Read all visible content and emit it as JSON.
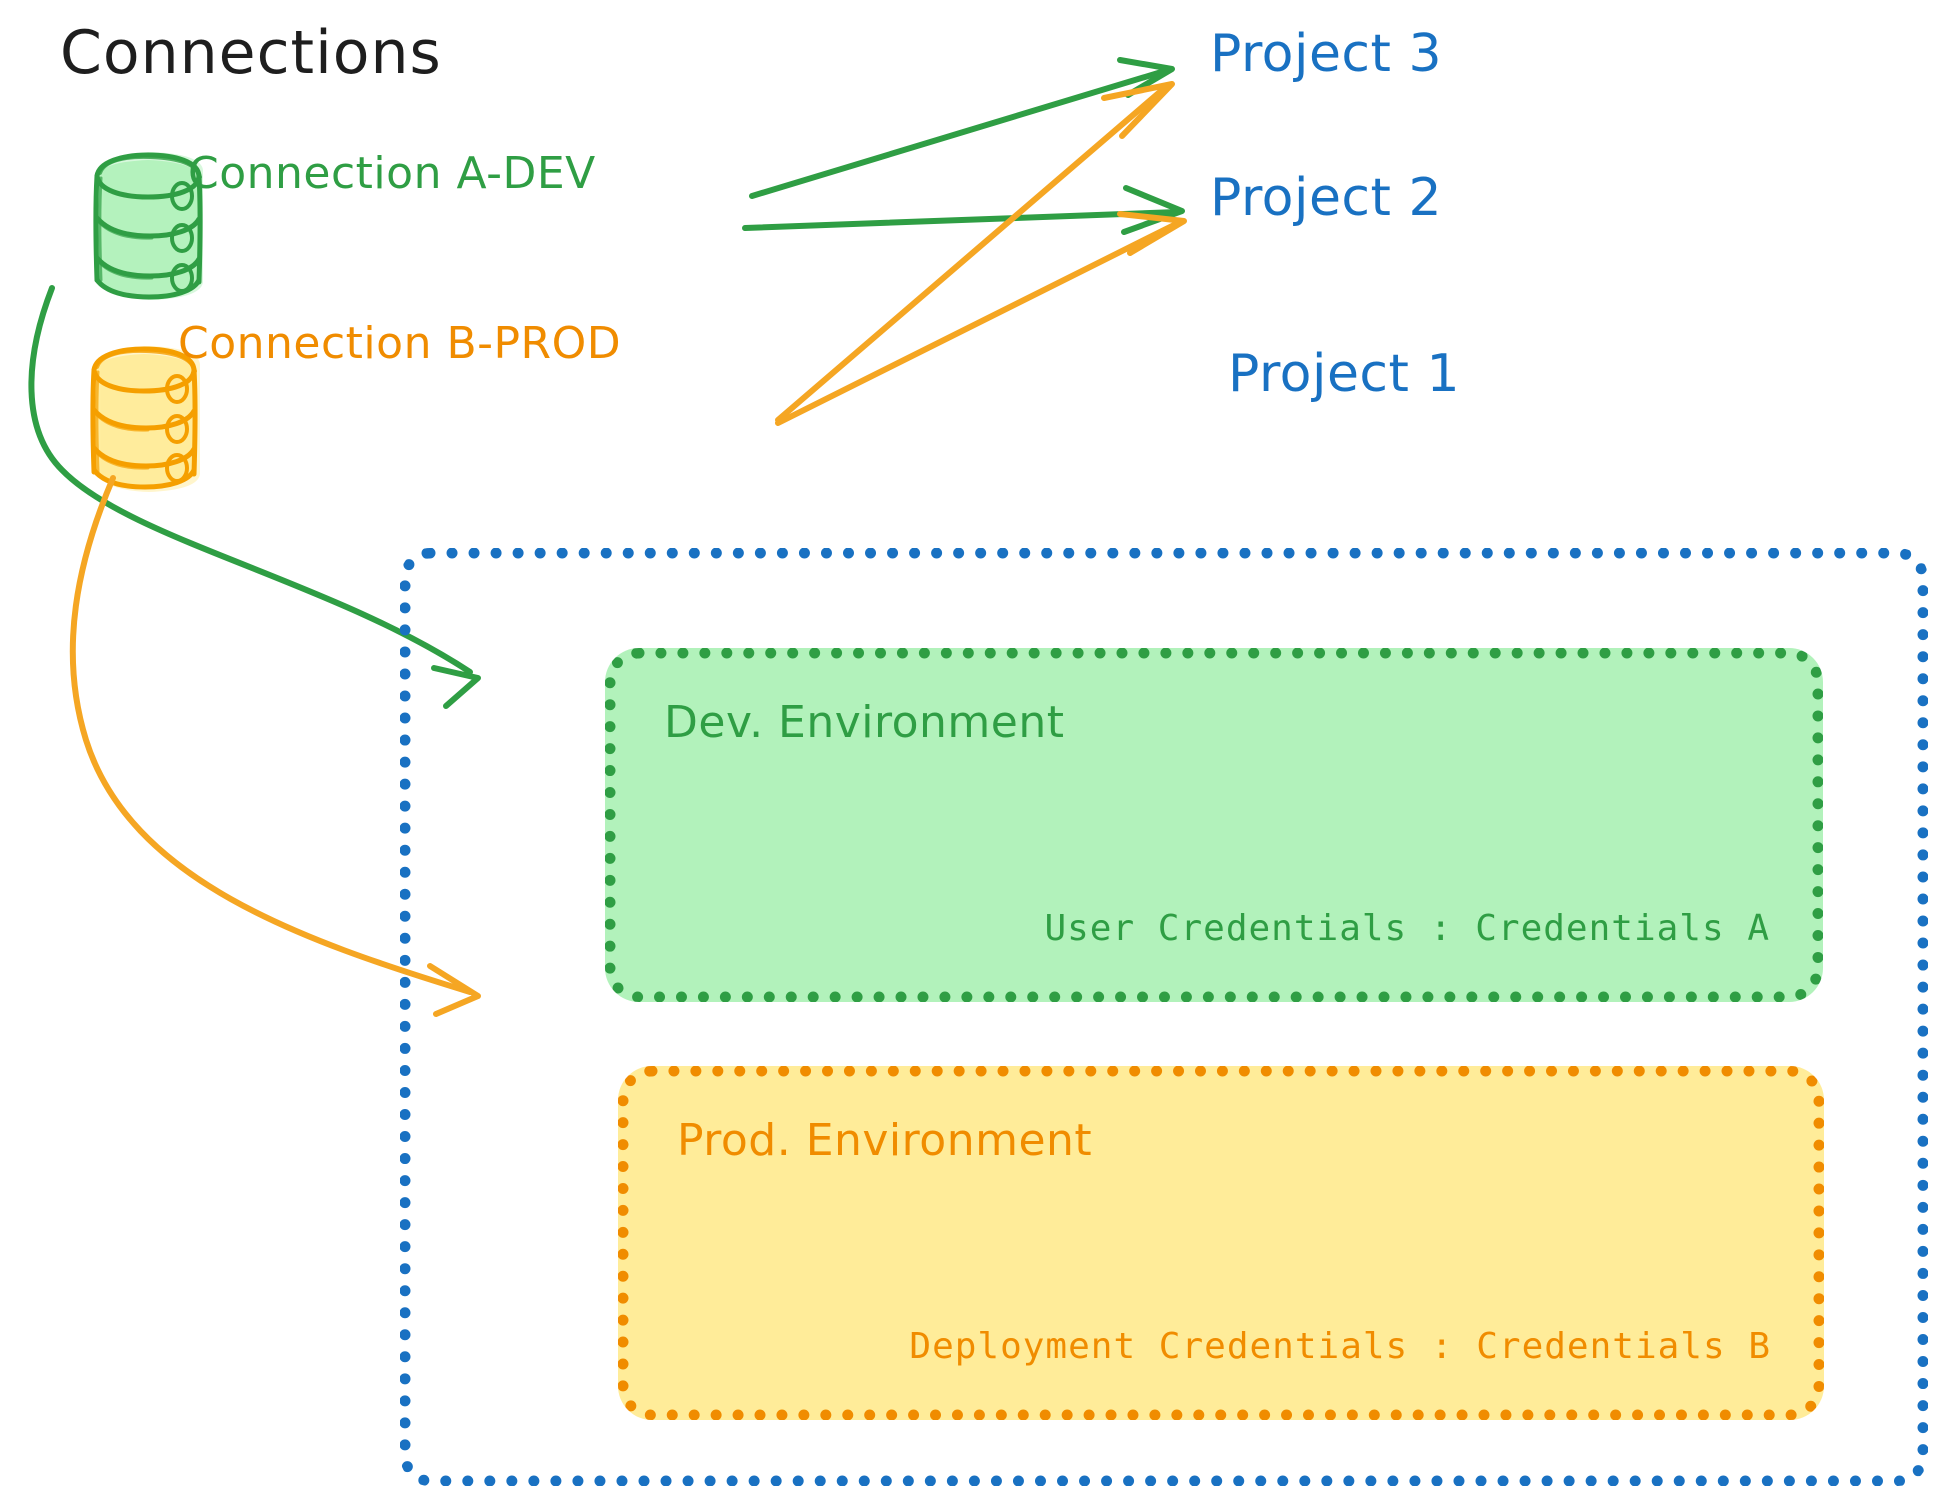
{
  "title": "Connections",
  "connections": [
    {
      "id": "a-dev",
      "label": "Connection A-DEV",
      "color": "#2f9e44",
      "icon": "database-cylinder-icon"
    },
    {
      "id": "b-prod",
      "label": "Connection B-PROD",
      "color": "#f08c00",
      "icon": "database-cylinder-icon"
    }
  ],
  "projects": [
    {
      "id": "project3",
      "label": "Project 3",
      "color": "#1971c2"
    },
    {
      "id": "project2",
      "label": "Project 2",
      "color": "#1971c2"
    },
    {
      "id": "project1",
      "label": "Project 1",
      "color": "#1971c2"
    }
  ],
  "project1_container": {
    "label": "Project 1",
    "border_color": "#1971c2",
    "environments": [
      {
        "id": "dev",
        "title": "Dev. Environment",
        "credentials_label": "User Credentials",
        "credentials_separator": ":",
        "credentials_value": "Credentials A",
        "credentials_text": "User Credentials : Credentials A",
        "fill_color": "#b2f2bb",
        "border_color": "#2f9e44"
      },
      {
        "id": "prod",
        "title": "Prod. Environment",
        "credentials_label": "Deployment Credentials",
        "credentials_separator": ":",
        "credentials_value": "Credentials B",
        "credentials_text": "Deployment Credentials : Credentials B",
        "fill_color": "#ffec99",
        "border_color": "#f08c00"
      }
    ]
  },
  "edges": [
    {
      "id": "a-dev-to-project3",
      "from": "Connection A-DEV",
      "to": "Project 3",
      "color": "#2f9e44"
    },
    {
      "id": "a-dev-to-project2",
      "from": "Connection A-DEV",
      "to": "Project 2",
      "color": "#2f9e44"
    },
    {
      "id": "a-dev-to-dev-env",
      "from": "Connection A-DEV",
      "to": "Dev. Environment",
      "color": "#2f9e44"
    },
    {
      "id": "b-prod-to-project3",
      "from": "Connection B-PROD",
      "to": "Project 3",
      "color": "#f5a623"
    },
    {
      "id": "b-prod-to-project2",
      "from": "Connection B-PROD",
      "to": "Project 2",
      "color": "#f5a623"
    },
    {
      "id": "b-prod-to-prod-env",
      "from": "Connection B-PROD",
      "to": "Prod. Environment",
      "color": "#f5a623"
    }
  ],
  "colors": {
    "green_stroke": "#2f9e44",
    "green_fill": "#b2f2bb",
    "orange_stroke": "#f08c00",
    "orange_arrow": "#f5a623",
    "orange_fill": "#ffec99",
    "blue": "#1971c2",
    "black": "#1e1e1e",
    "background": "#ffffff"
  }
}
